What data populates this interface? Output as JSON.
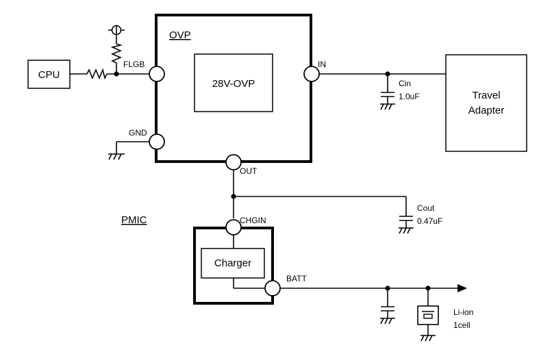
{
  "ovp": {
    "title": "OVP",
    "inner_block": "28V-OVP",
    "pins": {
      "flgb": "FLGB",
      "in": "IN",
      "gnd": "GND",
      "out": "OUT"
    }
  },
  "pmic": {
    "title": "PMIC",
    "inner_block": "Charger",
    "pins": {
      "chgin": "CHGIN",
      "batt": "BATT"
    }
  },
  "cpu": {
    "label": "CPU"
  },
  "adapter": {
    "line1": "Travel",
    "line2": "Adapter"
  },
  "cin": {
    "name": "Cin",
    "value": "1.0uF"
  },
  "cout": {
    "name": "Cout",
    "value": "0.47uF"
  },
  "battery": {
    "line1": "Li-ion",
    "line2": "1cell"
  }
}
